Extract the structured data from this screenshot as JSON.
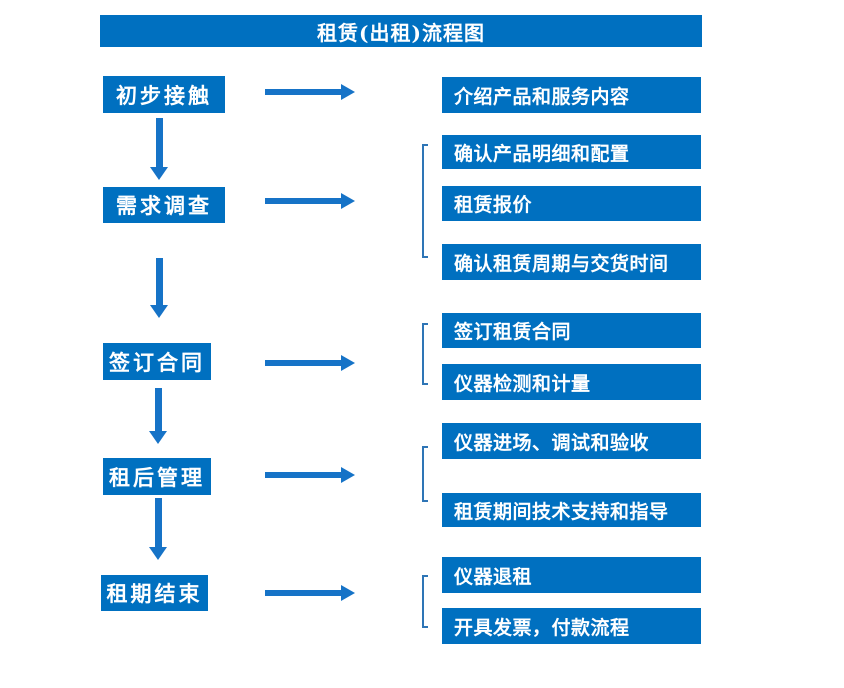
{
  "title": "租赁(出租)流程图",
  "colors": {
    "box_blue": "#0070C0",
    "arrow_blue": "#1673C7",
    "bracket_blue": "#2E75B6",
    "text_white": "#FFFFFF"
  },
  "stages": [
    {
      "label": "初步接触"
    },
    {
      "label": "需求调查"
    },
    {
      "label": "签订合同"
    },
    {
      "label": "租后管理"
    },
    {
      "label": "租期结束"
    }
  ],
  "details": [
    {
      "stage": "初步接触",
      "items": [
        "介绍产品和服务内容"
      ]
    },
    {
      "stage": "需求调查",
      "items": [
        "确认产品明细和配置",
        "租赁报价",
        "确认租赁周期与交货时间"
      ]
    },
    {
      "stage": "签订合同",
      "items": [
        "签订租赁合同",
        "仪器检测和计量"
      ]
    },
    {
      "stage": "租后管理",
      "items": [
        "仪器进场、调试和验收",
        "租赁期间技术支持和指导"
      ]
    },
    {
      "stage": "租期结束",
      "items": [
        "仪器退租",
        "开具发票，付款流程"
      ]
    }
  ]
}
